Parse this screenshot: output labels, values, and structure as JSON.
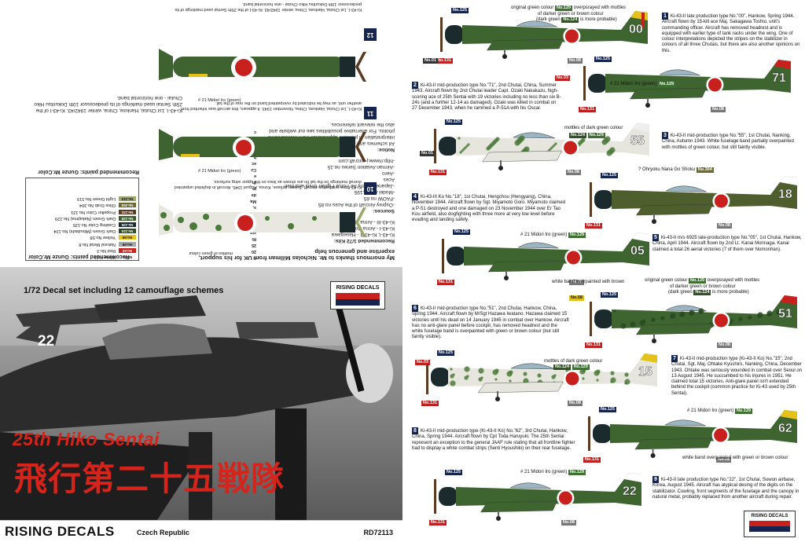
{
  "left": {
    "recommended_paints_title": "Recommended paints: Gunze Mr.Color",
    "paints": [
      {
        "code": "No.01",
        "name": "White No.1",
        "color": "#f4f4f4"
      },
      {
        "code": "No.03",
        "name": "Red No.3",
        "color": "#c8201c"
      },
      {
        "code": "No.08",
        "name": "Natural Metal No.8",
        "color": "#a6a6a6"
      },
      {
        "code": "No.58",
        "name": "Yellow No.58",
        "color": "#e4c21a"
      },
      {
        "code": "No.124",
        "name": "Dark Green (Mitsubishi) No.124",
        "color": "#2f4a24"
      },
      {
        "code": "No.125",
        "name": "Cowling Color No.125",
        "color": "#1b2a2c"
      },
      {
        "code": "No.129",
        "name": "Dark Green (Nakajima) No.129",
        "color": "#3b5a2b"
      },
      {
        "code": "No.131",
        "name": "Propeller Color No.131",
        "color": "#5b3a22"
      },
      {
        "code": "No.304",
        "name": "Olive Drab No.304",
        "color": "#6e6a2e"
      },
      {
        "code": "No.319",
        "name": "Light Green No.319",
        "color": "#9aa86a"
      }
    ],
    "notice_title": "Notice:",
    "notice_text": "All schemes and suggested colors shown are our interpretation of possible appearance from monochrome photos. For alternative possibilities see our website and also the relevant references.",
    "copyright": "© 2025 Rising Decals, Made in the Czech Republic",
    "sources_title": "Sources:",
    "sources": [
      "-Osprey Aircraft of the Aces no.85",
      "-FAOW no.65",
      "-Model Art no.195",
      "-Japanese Army Air Force Fighter Units and their Aces",
      "-Aero",
      "-Airman Aviation Series no.15",
      "-http://www.j-aircraft.com"
    ],
    "recommended_kits_title": "Recommended 1/72 Kits:",
    "kits": [
      "Ki-43-I, Ki-43-II - Hasegawa",
      "Ki-43-I - Arma Hobby, Special Hobby, Hasegawa",
      "Ki-43-III - Arma Hobby, Sword, Hasegawa"
    ],
    "thanks": "My enormous thanks to Mr. Nicholas Millman from UK for his support, expertise and generous help",
    "scheme_10": "Ki-43-II pre-production aircraft, Suwon airbase, Korea, August 1945. Aircraft in depleted unpainted overall markings on the tail fin are shown as lines on the upper wing surfaces.",
    "scheme_11": "Ki-43-I, 1st Chutai, Hankow, China, November 1943. It appears, this aircraft was inherited from another unit, as may be indicated by overpainted band on the rear of the tail.",
    "scheme_12": "Ki-43-I, 1st Chutai, Hankow, China, winter 1942/43. Ki-43-I of the 25th Sentai used markings of its predecessor 10th Dokuritsu Hiko Chutai - one horizontal band.",
    "midori_note": "# 21 Midori Iro (green)",
    "mottles_note": "mottles of green colour",
    "scale": "1/72 Decal set including 12 camouflage schemes",
    "unit_latin": "25th Hiko Sentai",
    "unit_kanji": "飛行第二十五戦隊",
    "photo_tail_number": "22",
    "brand": "RISING DECALS",
    "brand_country": "Czech Republic",
    "catalog_number": "RD72113",
    "mini_logo": "RISING DECALS"
  },
  "right": {
    "schemes": [
      {
        "num": "1",
        "text": "Ki-43-II late production type No.\"00\", Hankow, Spring 1944. Aircraft flown by 15-kill ace Maj. Sakagawa Toshio, unit's commanding officer. Aircraft has removed headrest and is equipped with earlier type of tank racks under the wing. One of colour interpretations depicted the stripes on the stabilizer in colours of all three Chutais, but there are also another opinions on this.",
        "code": "00"
      },
      {
        "num": "2",
        "text": "Ki-43-II mid-production type No.\"71\", 2nd Chutai, China, Summer 1943. Aircraft flown by 2nd Chutai leader Capt. Ozaki Nakakazu, high-scoring ace of 25th Sentai with 19 victories including no less than six B-24s (and a further 12-14 as damaged). Ozaki was killed in combat on 27 December 1943, when he rammed a P-51A with his Oscar.",
        "code": "71"
      },
      {
        "num": "3",
        "text": "Ki-43-II mid-production type No.\"55\", 1st Chutai, Nanking, China, Autumn 1943. White fuselage band partially overpainted with mottles of green colour, but still faintly visible.",
        "code": "55"
      },
      {
        "num": "4",
        "text": "Ki-43-III Ko No.\"18\", 1st Chutai, Hengchou (Hengyang), China, November 1944. Aircraft flown by Sgt. Miyamoto Goro. Miyamoto claimed a P-51 destroyed and one damaged on 23 November 1944 over Er Tao Kou airfield, also dogfighting with three more at very low level before evading and landing safely.",
        "code": "18"
      },
      {
        "num": "5",
        "text": "Ki-43-II m/s 6925 late-production type No.\"05\", 1st Chutai, Hankow, China, April 1944. Aircraft flown by 2nd Lt. Kanai Morinaga. Kanai claimed a total 26 aerial victories (7 of them over Nomonhan).",
        "code": "05"
      },
      {
        "num": "6",
        "text": "Ki-43-II mid-production type No.\"51\", 2nd Chutai, Hankow, China, Spring 1944. Aircraft flown by M/Sgt Hazawa Iwatano. Hazawa claimed 15 victories until his dead on 14 January 1945 in combat over Hankow. Aircraft has no anti-glare panel before cockpit, has removed headrest and the white fuselage band is overpainted with green or brown colour (but still faintly visible).",
        "code": "51"
      },
      {
        "num": "7",
        "text": "Ki-43-II mid-production type (Ki-43-II Ko) No.\"15\", 2nd Chutai, Sgt. Maj. Ohtake Kyushiro, Nanking, China, December 1943. Ohtake was seriously wounded in combat over Seoul on 13 August 1945. He succumbed to his injures in 1951. He claimed total 15 victories. Anti-glare panel isn't extended behind the cockpit (common practice for Ki-43 used by 25th Sentai).",
        "code": "15"
      },
      {
        "num": "8",
        "text": "Ki-43-II mid-production type (Ki-43-II Ko) No.\"62\", 3rd Chutai, Hankow, China, Spring 1944. Aircraft flown by Cpt Toda Haruyuki. The 25th Sentai represent an exception to the general JAAF rule stating that all frontline fighter had to display a white combat strips (Senti Hyoushiki) on their rear fuselage.",
        "code": "62"
      },
      {
        "num": "9",
        "text": "Ki-43-II late production type No.\"22\", 1st Chutai, Suwon airbase, Korea, August 1945. Aircraft has atypical desing of the digits on the stabilizator. Cowling, front segments of the fuselage and the canopy in natural metal, probably replaced from another aircraft during repair.",
        "code": "22"
      }
    ],
    "notes": {
      "green_over_1a": "original green colour",
      "green_over_1b": "overpsrayed with mottles",
      "green_over_2": "of darker green or brown colour",
      "green_over_3a": "(dark green",
      "green_over_3b": "is more probable)",
      "midori": "# 21 Midori Iro (green)",
      "mottles": "mottles of dark green colour",
      "olive": "? Ohryoku Nana Go Shoku",
      "white_band": "white band overpainted with brown",
      "white_band_green": "white band overpainted with green or brown colour",
      "tiny_note": "?"
    },
    "chips": {
      "c01": "No.01",
      "c03": "No.03",
      "c08": "No.08",
      "c58": "No.58",
      "c124": "No.124",
      "c125": "No.125",
      "c129": "No.129",
      "c131": "No.131",
      "c304": "No.304"
    },
    "mini_logo": "RISING DECALS"
  }
}
